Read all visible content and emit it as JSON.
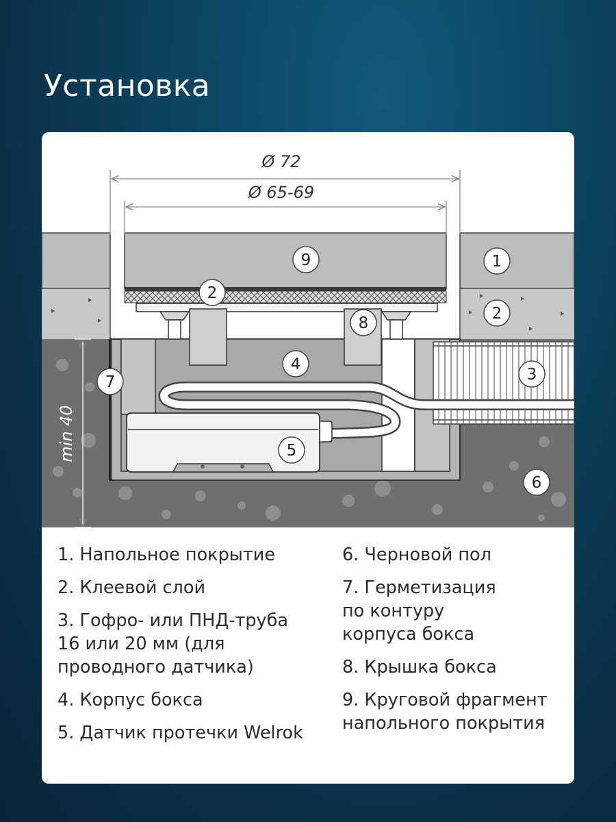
{
  "title": "Установка",
  "dimensions": {
    "outer": "Ø 72",
    "inner": "Ø 65-69",
    "depth": "min 40"
  },
  "callouts": [
    "1",
    "2",
    "3",
    "4",
    "5",
    "6",
    "7",
    "8",
    "9"
  ],
  "legend": {
    "left": [
      "1. Напольное покрытие",
      "2. Клеевой слой",
      "3. Гофро- или ПНД-труба\n16 или 20 мм (для\nпроводного датчика)",
      "4. Корпус бокса",
      "5. Датчик протечки Welrok"
    ],
    "right": [
      "6. Черновой пол",
      "7. Герметизация\nпо контуру\nкорпуса бокса",
      "8. Крышка бокса",
      "9. Круговой фрагмент\nнапольного покрытия"
    ]
  },
  "colors": {
    "background": "#0c4562",
    "card": "#ffffff",
    "floor_covering": "#bdbdbd",
    "adhesive": "#c8c8c8",
    "subfloor": "#6f6f6f",
    "box": "#b5b5b5"
  }
}
